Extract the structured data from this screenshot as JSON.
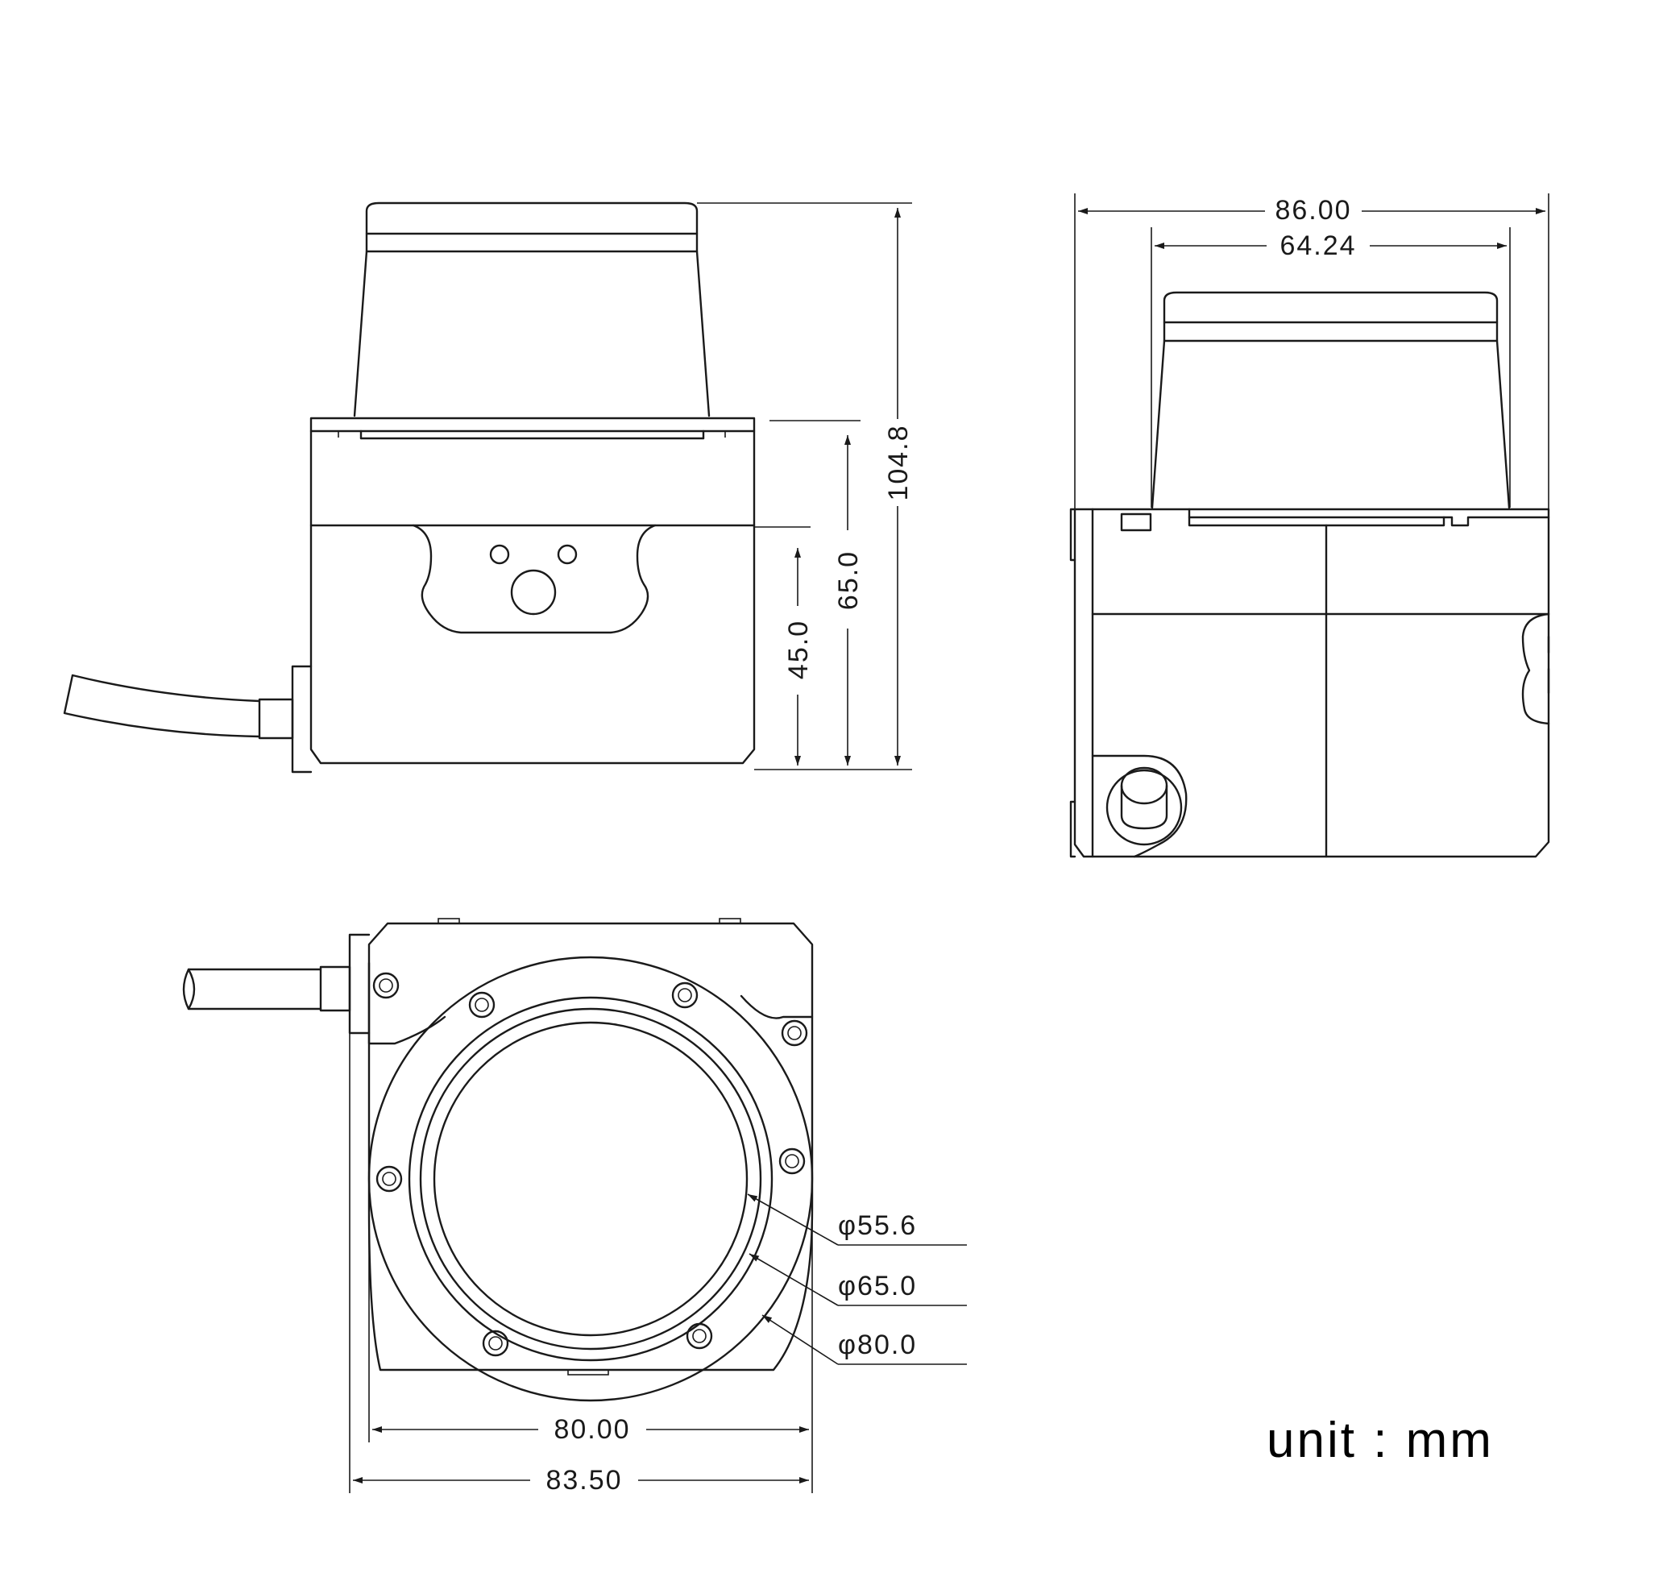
{
  "front_view": {
    "dim_total_height": "104.8",
    "dim_body_height": "65.0",
    "dim_lower_height": "45.0"
  },
  "side_view": {
    "dim_body_width": "86.00",
    "dim_head_width": "64.24"
  },
  "bottom_view": {
    "dim_inner_width": "80.00",
    "dim_outer_width": "83.50",
    "callouts": [
      "φ55.6",
      "φ65.0",
      "φ80.0"
    ]
  },
  "unit_label": "unit : mm"
}
